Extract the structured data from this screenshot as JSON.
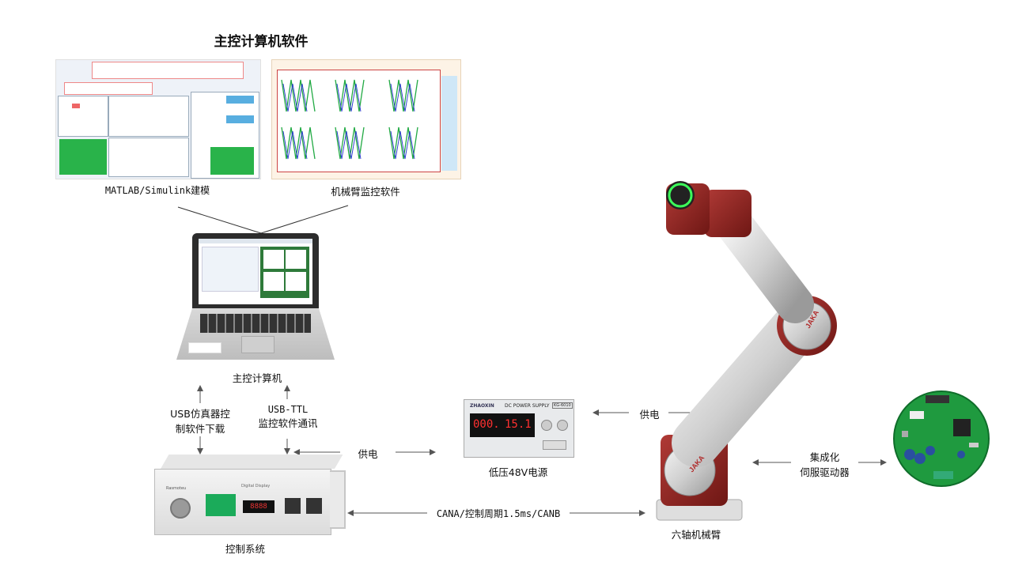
{
  "title": "主控计算机软件",
  "sw_matlab_label": "MATLAB/Simulink建模",
  "sw_monitor_label": "机械臂监控软件",
  "computer_label": "主控计算机",
  "usb_emulator_label": [
    "USB仿真器控",
    "制软件下载"
  ],
  "usb_ttl_label": [
    "USB-TTL",
    "监控软件通讯"
  ],
  "power_label_left": "供电",
  "power_label_right": "供电",
  "psu_label": "低压48V电源",
  "psu_brand": "ZHAOXIN",
  "psu_title": "DC POWER SUPPLY",
  "psu_model": "KG-6010",
  "psu_volts": "000.",
  "psu_amps": "15.1",
  "control_label": "控制系统",
  "can_label": "CANA/控制周期1.5ms/CANB",
  "robot_label": "六轴机械臂",
  "robot_brand": "JAKA",
  "servo_label": [
    "集成化",
    "伺服驱动器"
  ],
  "ctrl_display": "8888",
  "ctrl_panel_text": "Digital Display",
  "ctrl_brand": "Rasmoteu"
}
